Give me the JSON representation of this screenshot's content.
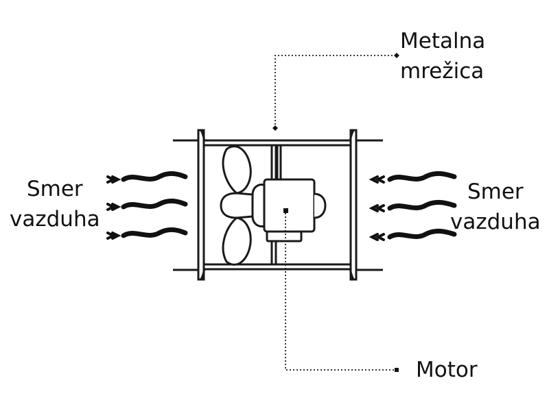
{
  "labels": {
    "mesh": {
      "line1": "Metalna",
      "line2": "mrežica"
    },
    "air_left": {
      "line1": "Smer",
      "line2": "vazduha"
    },
    "air_right": {
      "line1": "Smer",
      "line2": "vazduha"
    },
    "motor": "Motor"
  },
  "colors": {
    "ink": "#111111",
    "stroke": "#1a1a1a",
    "fill": "#ffffff"
  }
}
